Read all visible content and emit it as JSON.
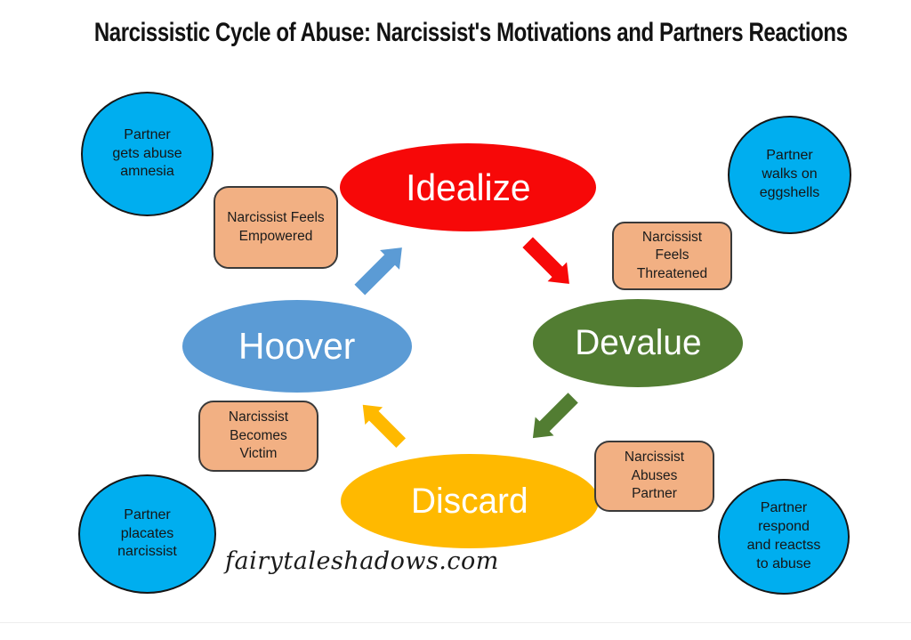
{
  "title": "Narcissistic Cycle of Abuse: Narcissist's Motivations and Partners Reactions",
  "watermark": "fairytaleshadows.com",
  "colors": {
    "background": "#FFFFFF",
    "reaction_circle": "#00AEEF",
    "motivation_box_fill": "#F2B083",
    "motivation_box_border": "#3A3A3A"
  },
  "cycle": {
    "stages": [
      {
        "name": "Idealize",
        "color": "#F70808"
      },
      {
        "name": "Devalue",
        "color": "#527D32"
      },
      {
        "name": "Discard",
        "color": "#FFB900"
      },
      {
        "name": "Hoover",
        "color": "#5B9BD5"
      }
    ],
    "arrows": [
      {
        "from": "Idealize",
        "to": "Devalue",
        "direction": "down-right",
        "color": "#F70808"
      },
      {
        "from": "Devalue",
        "to": "Discard",
        "direction": "down-left",
        "color": "#527D32"
      },
      {
        "from": "Discard",
        "to": "Hoover",
        "direction": "up-left",
        "color": "#FFB900"
      },
      {
        "from": "Hoover",
        "to": "Idealize",
        "direction": "up-right",
        "color": "#5B9BD5"
      }
    ]
  },
  "narcissist_motivations": [
    {
      "stage": "Hoover-to-Idealize",
      "label": "Narcissist Feels\nEmpowered"
    },
    {
      "stage": "Idealize-to-Devalue",
      "label": "Narcissist\nFeels\nThreatened"
    },
    {
      "stage": "Devalue-to-Discard",
      "label": "Narcissist\nAbuses\nPartner"
    },
    {
      "stage": "Discard-to-Hoover",
      "label": "Narcissist\nBecomes\nVictim"
    }
  ],
  "partner_reactions": [
    {
      "position": "top-left",
      "label": "Partner\ngets abuse\namnesia"
    },
    {
      "position": "top-right",
      "label": "Partner\nwalks on\neggshells"
    },
    {
      "position": "bottom-right",
      "label": "Partner\nrespond\nand reactss\nto abuse"
    },
    {
      "position": "bottom-left",
      "label": "Partner\nplacates\nnarcissist"
    }
  ]
}
